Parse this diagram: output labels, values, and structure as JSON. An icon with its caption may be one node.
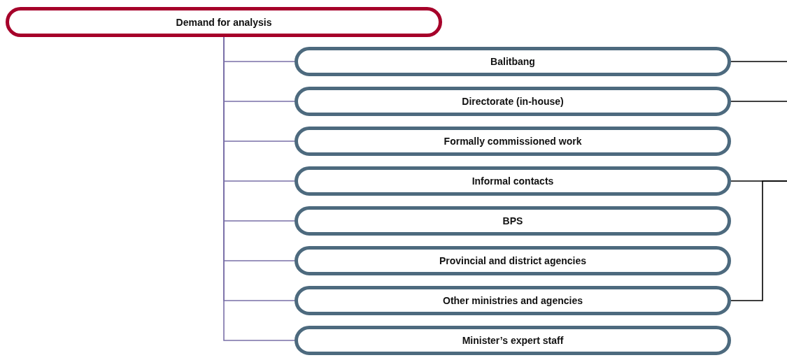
{
  "diagram": {
    "nodes": [
      {
        "text": [
          "Demand for analysis"
        ]
      },
      {
        "text": [
          "Balitbang"
        ]
      },
      {
        "text": [
          "Directorate (in-house)"
        ]
      },
      {
        "text": [
          "Formally commissioned work"
        ]
      },
      {
        "text": [
          "Informal contacts"
        ]
      },
      {
        "text": [
          "BPS"
        ]
      },
      {
        "text": [
          "Provincial and district agencies"
        ]
      },
      {
        "text": [
          "Other ministries and agencies"
        ]
      },
      {
        "text": [
          "Minister’s expert staff"
        ]
      }
    ],
    "edges": [
      {
        "from": 0,
        "to": 1,
        "arrow": "none"
      },
      {
        "from": 0,
        "to": 2,
        "arrow": "none"
      },
      {
        "from": 0,
        "to": 3,
        "arrow": "none"
      },
      {
        "from": 0,
        "to": 4,
        "arrow": "none"
      },
      {
        "from": 0,
        "to": 5,
        "arrow": "none"
      },
      {
        "from": 0,
        "to": 6,
        "arrow": "none"
      },
      {
        "from": 0,
        "to": 7,
        "arrow": "none"
      },
      {
        "from": 0,
        "to": 8,
        "arrow": "none"
      },
      {
        "from": 1,
        "to": null,
        "arrow": "none",
        "color": "#000000"
      },
      {
        "from": 2,
        "to": null,
        "arrow": "none",
        "color": "#000000"
      },
      {
        "from": 4,
        "to": null,
        "arrow": "none",
        "color": "#000000"
      },
      {
        "from": 7,
        "to": null,
        "arrow": "none",
        "color": "#000000"
      }
    ]
  }
}
